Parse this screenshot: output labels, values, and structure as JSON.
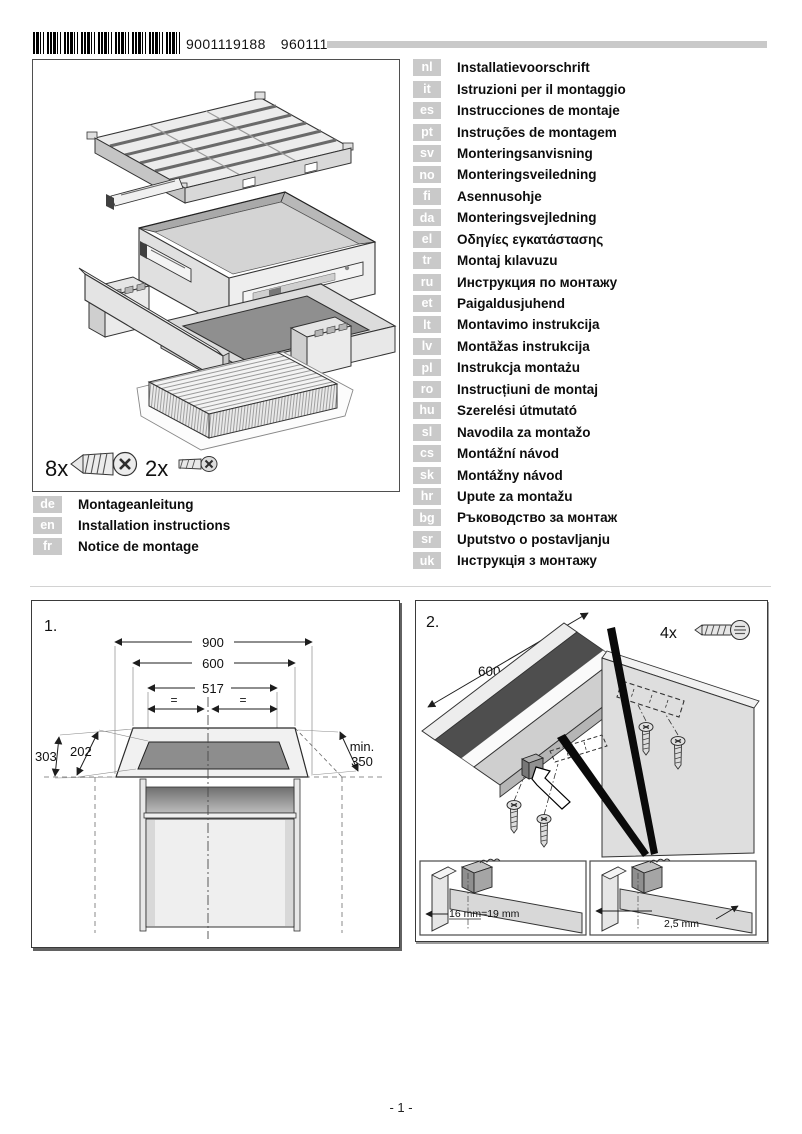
{
  "header": {
    "barcode_number": "9001119188",
    "print_code": "960111"
  },
  "left_languages": [
    {
      "code": "de",
      "label": "Montageanleitung"
    },
    {
      "code": "en",
      "label": "Installation instructions"
    },
    {
      "code": "fr",
      "label": "Notice de montage"
    }
  ],
  "right_languages": [
    {
      "code": "nl",
      "label": "Installatievoorschrift"
    },
    {
      "code": "it",
      "label": "Istruzioni per il montaggio"
    },
    {
      "code": "es",
      "label": "Instrucciones de montaje"
    },
    {
      "code": "pt",
      "label": "Instruções de montagem"
    },
    {
      "code": "sv",
      "label": "Monteringsanvisning"
    },
    {
      "code": "no",
      "label": "Monteringsveiledning"
    },
    {
      "code": "fi",
      "label": "Asennusohje"
    },
    {
      "code": "da",
      "label": "Monteringsvejledning"
    },
    {
      "code": "el",
      "label": "Οδηγίες εγκατάστασης"
    },
    {
      "code": "tr",
      "label": "Montaj kılavuzu"
    },
    {
      "code": "ru",
      "label": "Инструкция по монтажу"
    },
    {
      "code": "et",
      "label": "Paigaldusjuhend"
    },
    {
      "code": "lt",
      "label": "Montavimo instrukcija"
    },
    {
      "code": "lv",
      "label": "Montāžas instrukcija"
    },
    {
      "code": "pl",
      "label": "Instrukcja montażu"
    },
    {
      "code": "ro",
      "label": "Instrucțiuni de montaj"
    },
    {
      "code": "hu",
      "label": "Szerelési útmutató"
    },
    {
      "code": "sl",
      "label": "Navodila za montažo"
    },
    {
      "code": "cs",
      "label": "Montážní návod"
    },
    {
      "code": "sk",
      "label": "Montážny návod"
    },
    {
      "code": "hr",
      "label": "Upute za montažu"
    },
    {
      "code": "bg",
      "label": "Ръководство за монтаж"
    },
    {
      "code": "sr",
      "label": "Uputstvo o postavljanju"
    },
    {
      "code": "uk",
      "label": "Інструкція з монтажу"
    }
  ],
  "parts": {
    "screw_large_qty": "8x",
    "screw_small_qty": "2x"
  },
  "figure1": {
    "label": "1.",
    "dim_900": "900",
    "dim_600": "600",
    "dim_517": "517",
    "equal_left": "=",
    "equal_right": "=",
    "dim_303": "303",
    "dim_202": "202",
    "min_label": "min.",
    "min_value": "350"
  },
  "figure2": {
    "label": "2.",
    "screws_qty": "4x",
    "dim_600": "600",
    "detail_left_label": "16 mm=19 mm",
    "detail_right_label": "2,5 mm"
  },
  "footer": {
    "page_number": "- 1 -"
  },
  "colors": {
    "tag_bg": "#c9c9c9",
    "tag_text": "#ffffff",
    "bar_gray": "#c9c9c9",
    "line_dark": "#222222"
  }
}
